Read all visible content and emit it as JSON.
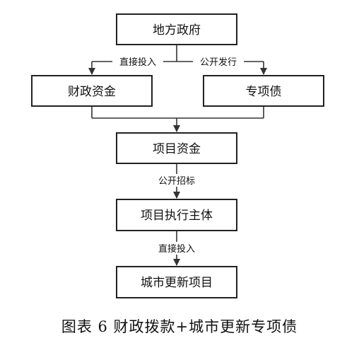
{
  "nodes": {
    "local_gov": "地方政府",
    "fiscal_funds": "财政资金",
    "special_bonds": "专项债",
    "project_funds": "项目资金",
    "executor": "项目执行主体",
    "urban_renewal": "城市更新项目"
  },
  "edges": {
    "direct_invest_top": "直接投入",
    "public_issue": "公开发行",
    "public_tender": "公开招标",
    "direct_invest_bottom": "直接投入"
  },
  "caption": "图表 6 财政拨款+城市更新专项债"
}
